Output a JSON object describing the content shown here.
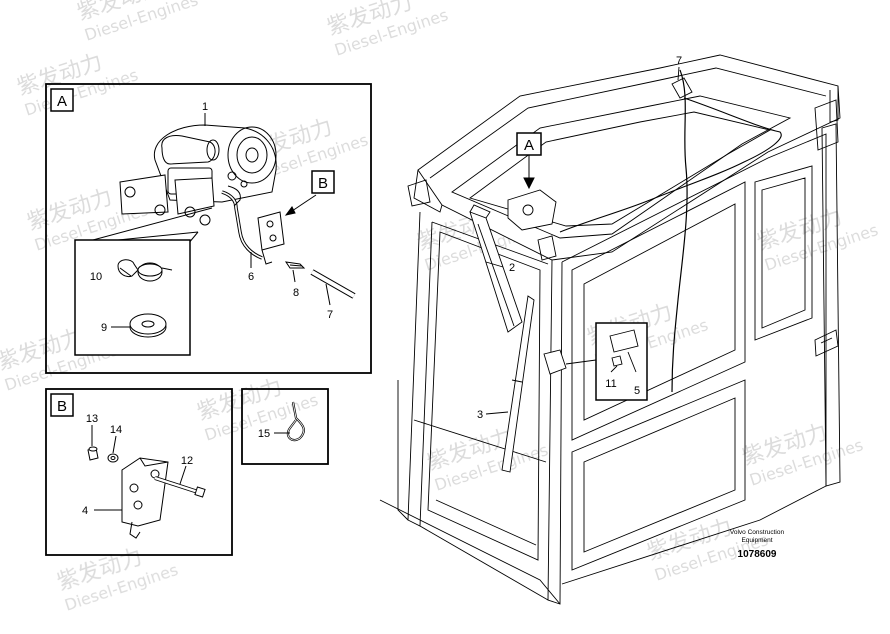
{
  "detail_views": {
    "A": "A",
    "B": "B",
    "cab_marker_A": "A"
  },
  "callouts": {
    "c1": "1",
    "c2": "2",
    "c3": "3",
    "c4": "4",
    "c5": "5",
    "c6": "6",
    "c7_detail": "7",
    "c7_cab": "7",
    "c8": "8",
    "c9": "9",
    "c10": "10",
    "c11": "11",
    "c12": "12",
    "c13": "13",
    "c14": "14",
    "c15": "15"
  },
  "footer": {
    "brand_line1": "Volvo Construction",
    "brand_line2": "Equipment",
    "drawing_number": "1078609"
  },
  "watermark": {
    "cn": "紫发动力",
    "en": "Diesel-Engines"
  }
}
